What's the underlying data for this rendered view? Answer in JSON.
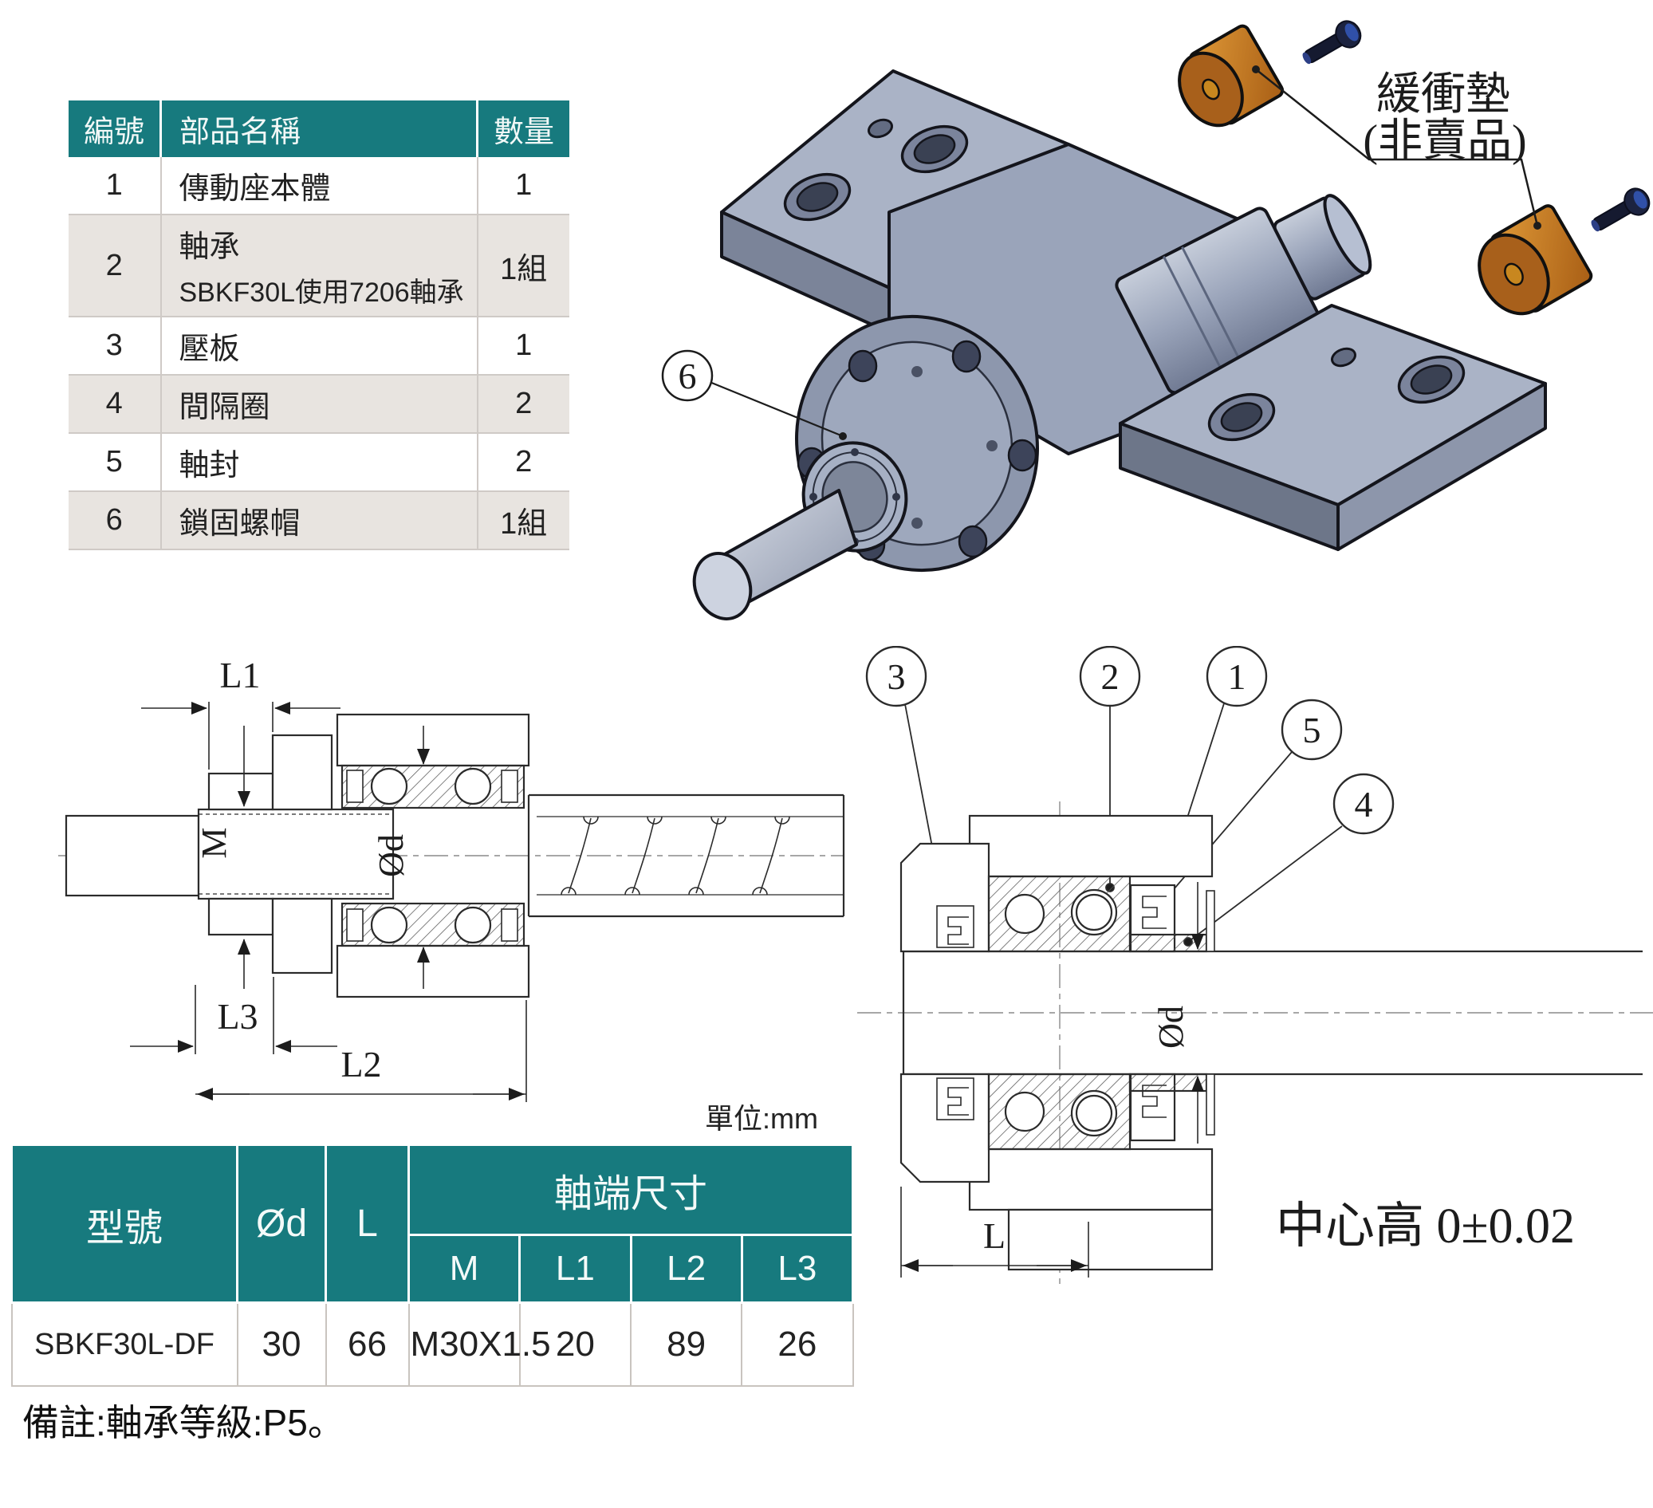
{
  "parts_table": {
    "headers": {
      "no": "編號",
      "name": "部品名稱",
      "qty": "數量"
    },
    "rows": [
      {
        "no": "1",
        "name": "傳動座本體",
        "qty": "1"
      },
      {
        "no": "2",
        "name": "軸承",
        "name2": "SBKF30L使用7206軸承",
        "qty": "1組"
      },
      {
        "no": "3",
        "name": "壓板",
        "qty": "1"
      },
      {
        "no": "4",
        "name": "間隔圈",
        "qty": "2"
      },
      {
        "no": "5",
        "name": "軸封",
        "qty": "2"
      },
      {
        "no": "6",
        "name": "鎖固螺帽",
        "qty": "1組"
      }
    ]
  },
  "iso_view": {
    "callout_6": "6",
    "bumper_label_line1": "緩衝墊",
    "bumper_label_line2": "(非賣品)"
  },
  "left_view": {
    "dim_l1": "L1",
    "dim_m": "M",
    "dim_d": "Ød",
    "dim_l3": "L3",
    "dim_l2": "L2"
  },
  "right_view": {
    "callout_3": "3",
    "callout_2": "2",
    "callout_1": "1",
    "callout_5": "5",
    "callout_4": "4",
    "dim_d": "Ød",
    "dim_l": "L",
    "center_height": "中心高 0±0.02"
  },
  "unit_label": "單位:mm",
  "spec_table": {
    "headers": {
      "model": "型號",
      "d": "Ød",
      "l": "L",
      "shaft_end": "軸端尺寸",
      "m": "M",
      "l1": "L1",
      "l2": "L2",
      "l3": "L3"
    },
    "row": {
      "model": "SBKF30L-DF",
      "d": "30",
      "l": "66",
      "m": "M30X1.5",
      "l1": "20",
      "l2": "89",
      "l3": "26"
    }
  },
  "footnote": "備註:軸承等級:P5。",
  "colors": {
    "teal": "#177a7e",
    "row_gray": "#e8e4e0",
    "red": "#cf2027",
    "pad_orange": "#c8791f"
  }
}
